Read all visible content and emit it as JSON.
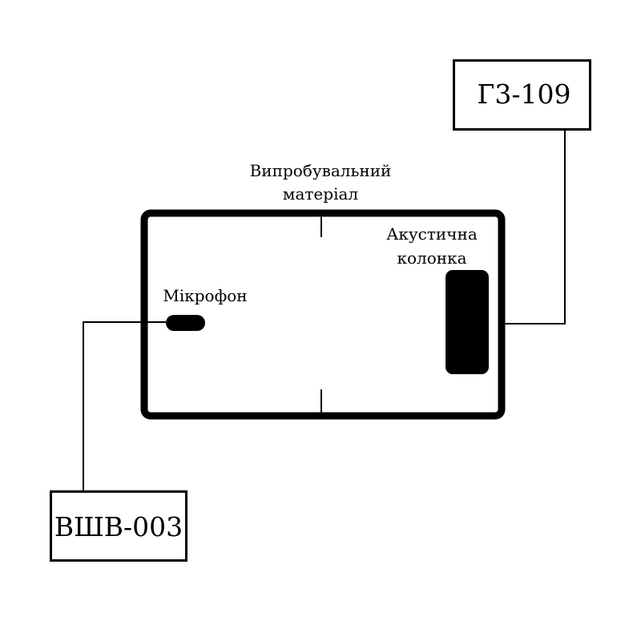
{
  "generator": {
    "label": "Г3-109"
  },
  "voltmeter": {
    "label": "ВШВ-003"
  },
  "chamber": {
    "material_label_line1": "Випробувальний",
    "material_label_line2": "матеріал",
    "microphone_label": "Мікрофон",
    "speaker_label_line1": "Акустична",
    "speaker_label_line2": "колонка"
  },
  "colors": {
    "stroke": "#000000",
    "background": "#ffffff"
  }
}
